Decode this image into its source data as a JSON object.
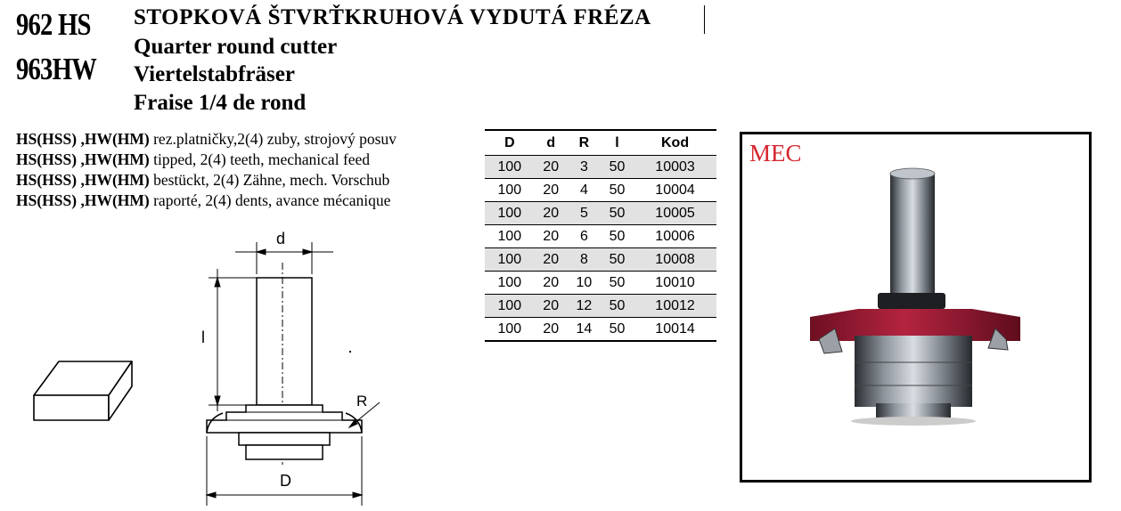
{
  "header": {
    "code_hs": "962 HS",
    "code_hw": "963HW",
    "title_cz": "STOPKOVÁ ŠTVRŤKRUHOVÁ VYDUTÁ FRÉZA",
    "title_en": "Quarter round cutter",
    "title_de": "Viertelstabfräser",
    "title_fr": "Fraise 1/4 de rond"
  },
  "specs": [
    {
      "prefix": "HS(HSS) ,HW(HM)",
      "text": " rez.platničky,2(4) zuby, strojový posuv"
    },
    {
      "prefix": "HS(HSS) ,HW(HM)",
      "text": "  tipped, 2(4) teeth, mechanical feed"
    },
    {
      "prefix": "HS(HSS) ,HW(HM)",
      "text": "  bestückt, 2(4) Zähne, mech. Vorschub"
    },
    {
      "prefix": "HS(HSS) ,HW(HM)",
      "text": " raporté, 2(4)  dents, avance mécanique"
    }
  ],
  "table": {
    "headers": [
      "D",
      "d",
      "R",
      "l",
      "Kod"
    ],
    "rows": [
      [
        "100",
        "20",
        "3",
        "50",
        "10003"
      ],
      [
        "100",
        "20",
        "4",
        "50",
        "10004"
      ],
      [
        "100",
        "20",
        "5",
        "50",
        "10005"
      ],
      [
        "100",
        "20",
        "6",
        "50",
        "10006"
      ],
      [
        "100",
        "20",
        "8",
        "50",
        "10008"
      ],
      [
        "100",
        "20",
        "10",
        "50",
        "10010"
      ],
      [
        "100",
        "20",
        "12",
        "50",
        "10012"
      ],
      [
        "100",
        "20",
        "14",
        "50",
        "10014"
      ]
    ]
  },
  "drawing": {
    "label_d": "d",
    "label_l": "l",
    "label_R": "R",
    "label_D": "D"
  },
  "photo": {
    "brand": "MEC",
    "brand_color": "#d6262e",
    "body_color": "#a01e35"
  }
}
